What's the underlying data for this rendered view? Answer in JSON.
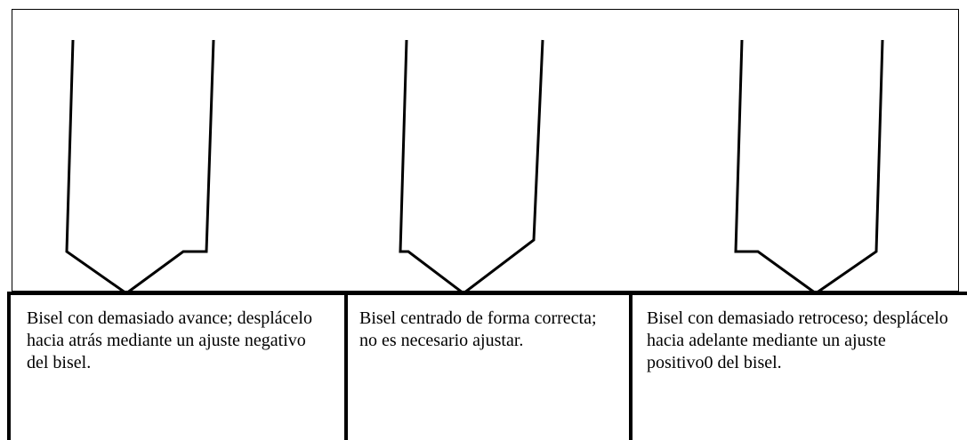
{
  "diagram": {
    "panels": [
      {
        "id": "forward",
        "caption": "Bisel con demasiado avance; desplácelo hacia atrás mediante un ajuste negativo del bisel."
      },
      {
        "id": "centered",
        "caption": "Bisel centrado de forma correcta; no es necesario ajustar."
      },
      {
        "id": "backward",
        "caption": "Bisel con demasiado retroceso; desplácelo hacia adelante mediante un ajuste positivo0 del bisel."
      }
    ],
    "colors": {
      "stroke": "#000000",
      "background": "#ffffff"
    }
  }
}
